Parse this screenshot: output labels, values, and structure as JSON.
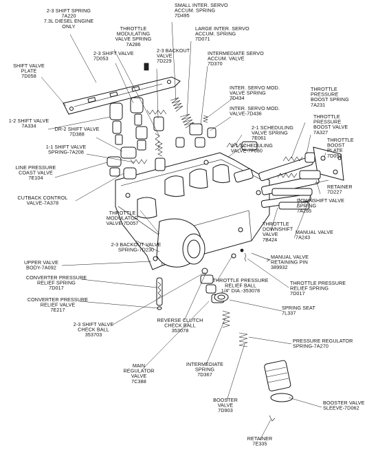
{
  "labels": [
    {
      "id": "shift-spring-2-3",
      "lines": [
        "2-3 SHIFT SPRING",
        "7A220",
        "7.3L DIESEL ENGINE",
        "ONLY"
      ]
    },
    {
      "id": "throttle-modulating-valve-spring",
      "lines": [
        "THROTTLE",
        "MODULATING",
        "VALVE SPRING",
        "7A286"
      ]
    },
    {
      "id": "small-inter-servo-accum-spring",
      "lines": [
        "SMALL INTER. SERVO",
        "ACCUM. SPRING",
        "7D495"
      ]
    },
    {
      "id": "large-inter-servo-accum-spring",
      "lines": [
        "LARGE INTER. SERVO",
        "ACCUM. SPRING",
        "7D071"
      ]
    },
    {
      "id": "shift-valve-2-3",
      "lines": [
        "2-3 SHIFT VALVE",
        "7D053"
      ]
    },
    {
      "id": "backout-valve-2-3",
      "lines": [
        "2-3 BACKOUT",
        "VALVE",
        "7D229"
      ]
    },
    {
      "id": "intermediate-servo",
      "lines": [
        "INTERMEDIATE SERVO",
        "ACCUM. VALVE",
        "7D370"
      ]
    },
    {
      "id": "shift-valve-plate",
      "lines": [
        "SHIFT VALVE",
        "PLATE",
        "7D058"
      ]
    },
    {
      "id": "inter-servo-mod-valve-spring",
      "lines": [
        "INTER. SERVO MOD.",
        "VALVE SPRING",
        "7D434"
      ]
    },
    {
      "id": "throttle-pressure-boost-spring",
      "lines": [
        "THROTTLE",
        "PRESSURE",
        "BOOST SPRING",
        "7A231"
      ]
    },
    {
      "id": "inter-servo-mod-valve",
      "lines": [
        "INTER. SERVO MOD.",
        "VALVE-7D436"
      ]
    },
    {
      "id": "shift-valve-1-2",
      "lines": [
        "1-2 SHIFT VALVE",
        "7A334"
      ]
    },
    {
      "id": "throttle-pressure-boost-valve",
      "lines": [
        "THROTTLE",
        "PRESSURE",
        "BOOST VALVE",
        "7A327"
      ]
    },
    {
      "id": "dr2-shift-valve",
      "lines": [
        "DR-2 SHIFT VALVE",
        "7D388"
      ]
    },
    {
      "id": "scheduling-valve-spring-2-1",
      "lines": [
        "2-1 SCHEDULING",
        "VALVE SPRING",
        "7E061"
      ]
    },
    {
      "id": "throttle-boost-plate",
      "lines": [
        "THROTTLE",
        "BOOST",
        "PLATE",
        "7D094"
      ]
    },
    {
      "id": "shift-valve-spring-1-1",
      "lines": [
        "1-1 SHIFT VALVE",
        "SPRING-7A208"
      ]
    },
    {
      "id": "scheduling-valve-2-1",
      "lines": [
        "2-1 SCHEDULING",
        "VALVE-7F080"
      ]
    },
    {
      "id": "line-pressure-coast-valve",
      "lines": [
        "LINE PRESSURE",
        "COAST VALVE",
        "7E104"
      ]
    },
    {
      "id": "retainer-7d227",
      "lines": [
        "RETAINER",
        "7D227"
      ]
    },
    {
      "id": "cutback-control-valve",
      "lines": [
        "CUTBACK CONTROL",
        "VALVE-7A378"
      ]
    },
    {
      "id": "downshift-valve-spring",
      "lines": [
        "DOWNSHIFT VALVE",
        "SPRING",
        "7A265"
      ]
    },
    {
      "id": "throttle-modulator-valve",
      "lines": [
        "THROTTLE",
        "MODULATOR",
        "VALVE-7D057"
      ]
    },
    {
      "id": "throttle-downshift-valve",
      "lines": [
        "THROTTLE",
        "DOWNSHIFT",
        "VALVE",
        "7B424"
      ]
    },
    {
      "id": "manual-valve",
      "lines": [
        "MANUAL VALVE",
        "7A243"
      ]
    },
    {
      "id": "backout-valve-spring-2-3",
      "lines": [
        "2-3 BACKOUT VALVE",
        "SPRING-7D230"
      ]
    },
    {
      "id": "upper-valve-body",
      "lines": [
        "UPPER VALVE",
        "BODY-7A092"
      ]
    },
    {
      "id": "manual-valve-retaining-pin",
      "lines": [
        "MANUAL VALVE",
        "RETAINING PIN",
        "389932"
      ]
    },
    {
      "id": "converter-pressure-relief-spring",
      "lines": [
        "CONVERTER PRESSURE",
        "RELIEF SPRING",
        "7D017"
      ]
    },
    {
      "id": "throttle-pressure-relief-ball",
      "lines": [
        "THROTTLE PRESSURE",
        "RELIEF BALL",
        "1/4\" DIA.-353078"
      ]
    },
    {
      "id": "throttle-pressure-relief-spring",
      "lines": [
        "THROTTLE PRESSURE",
        "RELIEF SPRING",
        "7D017"
      ]
    },
    {
      "id": "converter-pressure-relief-valve",
      "lines": [
        "CONVERTER PRESSURE",
        "RELIEF VALVE",
        "7E217"
      ]
    },
    {
      "id": "spring-seat",
      "lines": [
        "SPRING SEAT",
        "7L337"
      ]
    },
    {
      "id": "reverse-clutch-check-ball",
      "lines": [
        "REVERSE CLUTCH",
        "CHECK BALL",
        "353078"
      ]
    },
    {
      "id": "shift-valve-check-ball-2-3",
      "lines": [
        "2-3 SHIFT VALVE",
        "CHECK BALL",
        "353703"
      ]
    },
    {
      "id": "pressure-regulator-spring",
      "lines": [
        "PRESSURE REGULATOR",
        "SPRING-7A270"
      ]
    },
    {
      "id": "main-regulator-valve",
      "lines": [
        "MAIN",
        "REGULATOR",
        "VALVE",
        "7C388"
      ]
    },
    {
      "id": "intermediate-spring",
      "lines": [
        "INTERMEDIATE",
        "SPRING",
        "7D367"
      ]
    },
    {
      "id": "booster-valve",
      "lines": [
        "BOOSTER",
        "VALVE",
        "7D903"
      ]
    },
    {
      "id": "booster-valve-sleeve",
      "lines": [
        "BOOSTER VALVE",
        "SLEEVE-7D062"
      ]
    },
    {
      "id": "retainer-7e335",
      "lines": [
        "RETAINER",
        "7E335"
      ]
    }
  ]
}
